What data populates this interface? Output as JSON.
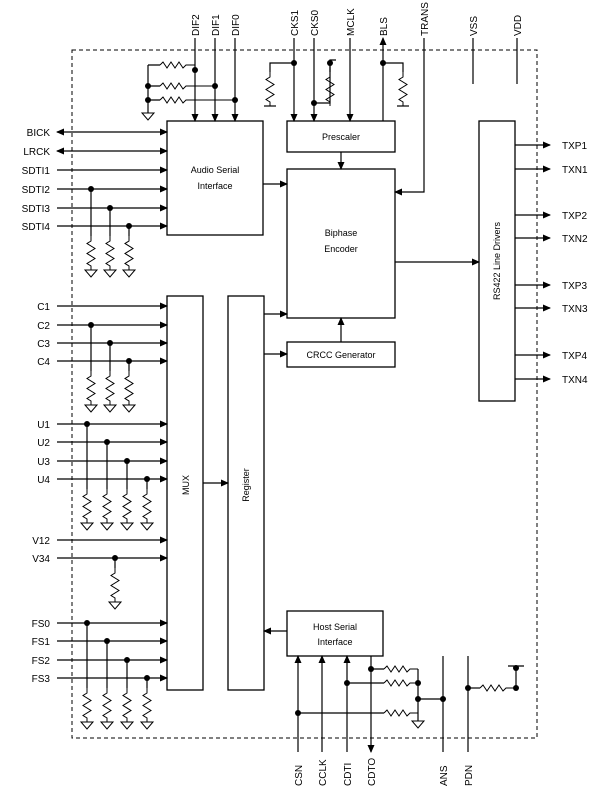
{
  "top_pins": [
    "DIF2",
    "DIF1",
    "DIF0",
    "CKS1",
    "CKS0",
    "MCLK",
    "BLS",
    "TRANS",
    "VSS",
    "VDD"
  ],
  "left_pins": [
    "BICK",
    "LRCK",
    "SDTI1",
    "SDTI2",
    "SDTI3",
    "SDTI4",
    "C1",
    "C2",
    "C3",
    "C4",
    "U1",
    "U2",
    "U3",
    "U4",
    "V12",
    "V34",
    "FS0",
    "FS1",
    "FS2",
    "FS3"
  ],
  "right_pins": [
    "TXP1",
    "TXN1",
    "TXP2",
    "TXN2",
    "TXP3",
    "TXN3",
    "TXP4",
    "TXN4"
  ],
  "bottom_pins": [
    "CSN",
    "CCLK",
    "CDTI",
    "CDTO",
    "ANS",
    "PDN"
  ],
  "blocks": {
    "audio_serial": [
      "Audio Serial",
      "Interface"
    ],
    "prescaler": "Prescaler",
    "biphase": [
      "Biphase",
      "Encoder"
    ],
    "crcc": "CRCC Generator",
    "mux": "MUX",
    "register": "Register",
    "host_serial": [
      "Host Serial",
      "Interface"
    ],
    "rs422": "RS422 Line Drivers"
  }
}
